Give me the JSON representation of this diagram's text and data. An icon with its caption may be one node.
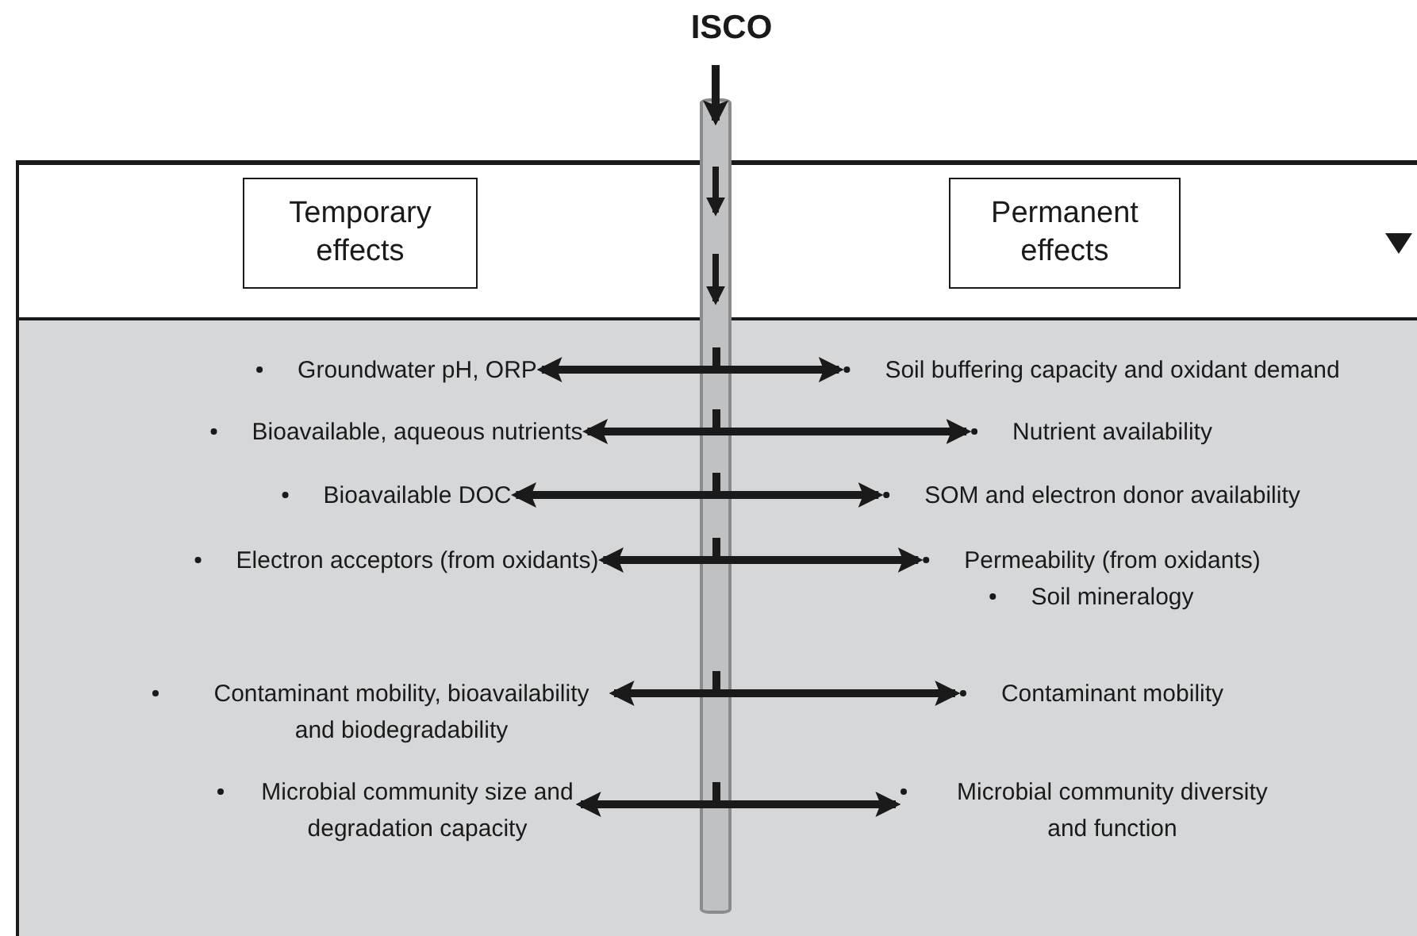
{
  "diagram": {
    "nodes": [
      {
        "text": [
          "ISCO"
        ]
      },
      {
        "text": [
          "Temporary effects"
        ]
      },
      {
        "text": [
          "Permanent effects"
        ]
      },
      {
        "text": [
          "Groundwater pH, ORP"
        ]
      },
      {
        "text": [
          "Soil buffering capacity and oxidant demand"
        ]
      },
      {
        "text": [
          "Bioavailable, aqueous nutrients"
        ]
      },
      {
        "text": [
          "Nutrient availability"
        ]
      },
      {
        "text": [
          "Bioavailable DOC"
        ]
      },
      {
        "text": [
          "SOM and electron donor availability"
        ]
      },
      {
        "text": [
          "Electron acceptors (from oxidants)"
        ]
      },
      {
        "text": [
          "Permeability (from oxidants)",
          "Soil mineralogy"
        ]
      },
      {
        "text": [
          "Contaminant mobility, bioavailability and biodegradability"
        ]
      },
      {
        "text": [
          "Contaminant mobility"
        ]
      },
      {
        "text": [
          "Microbial community size and degradation capacity"
        ]
      },
      {
        "text": [
          "Microbial community diversity and function"
        ]
      }
    ],
    "edges": [
      {
        "from": 0,
        "to": null,
        "arrow": "to"
      },
      {
        "from": 3,
        "to": 4,
        "arrow": "both"
      },
      {
        "from": 5,
        "to": 6,
        "arrow": "both"
      },
      {
        "from": 7,
        "to": 8,
        "arrow": "both"
      },
      {
        "from": 9,
        "to": 10,
        "arrow": "both"
      },
      {
        "from": 11,
        "to": 12,
        "arrow": "both"
      },
      {
        "from": 13,
        "to": 14,
        "arrow": "both"
      }
    ]
  }
}
